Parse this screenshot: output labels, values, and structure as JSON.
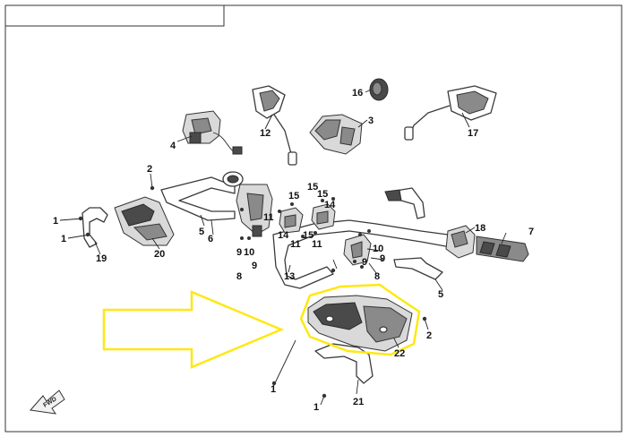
{
  "diagram": {
    "highlight_color": "#ffe812",
    "fwd_label": "FWD",
    "callouts": [
      {
        "id": "c1a",
        "text": "1"
      },
      {
        "id": "c1b",
        "text": "1"
      },
      {
        "id": "c1c",
        "text": "1"
      },
      {
        "id": "c1d",
        "text": "1"
      },
      {
        "id": "c2a",
        "text": "2"
      },
      {
        "id": "c2b",
        "text": "2"
      },
      {
        "id": "c3",
        "text": "3"
      },
      {
        "id": "c4",
        "text": "4"
      },
      {
        "id": "c5a",
        "text": "5"
      },
      {
        "id": "c5b",
        "text": "5"
      },
      {
        "id": "c6",
        "text": "6"
      },
      {
        "id": "c7",
        "text": "7"
      },
      {
        "id": "c8a",
        "text": "8"
      },
      {
        "id": "c8b",
        "text": "8"
      },
      {
        "id": "c9a",
        "text": "9"
      },
      {
        "id": "c9b",
        "text": "9"
      },
      {
        "id": "c9c",
        "text": "9"
      },
      {
        "id": "c9d",
        "text": "9"
      },
      {
        "id": "c10a",
        "text": "10"
      },
      {
        "id": "c10b",
        "text": "10"
      },
      {
        "id": "c11a",
        "text": "11"
      },
      {
        "id": "c11b",
        "text": "11"
      },
      {
        "id": "c11c",
        "text": "11"
      },
      {
        "id": "c12",
        "text": "12"
      },
      {
        "id": "c13",
        "text": "13"
      },
      {
        "id": "c14a",
        "text": "14"
      },
      {
        "id": "c14b",
        "text": "14"
      },
      {
        "id": "c15a",
        "text": "15"
      },
      {
        "id": "c15b",
        "text": "15"
      },
      {
        "id": "c15c",
        "text": "15"
      },
      {
        "id": "c15d",
        "text": "15"
      },
      {
        "id": "c16",
        "text": "16"
      },
      {
        "id": "c17",
        "text": "17"
      },
      {
        "id": "c18",
        "text": "18"
      },
      {
        "id": "c19",
        "text": "19"
      },
      {
        "id": "c20",
        "text": "20"
      },
      {
        "id": "c21",
        "text": "21"
      },
      {
        "id": "c22",
        "text": "22"
      }
    ]
  }
}
